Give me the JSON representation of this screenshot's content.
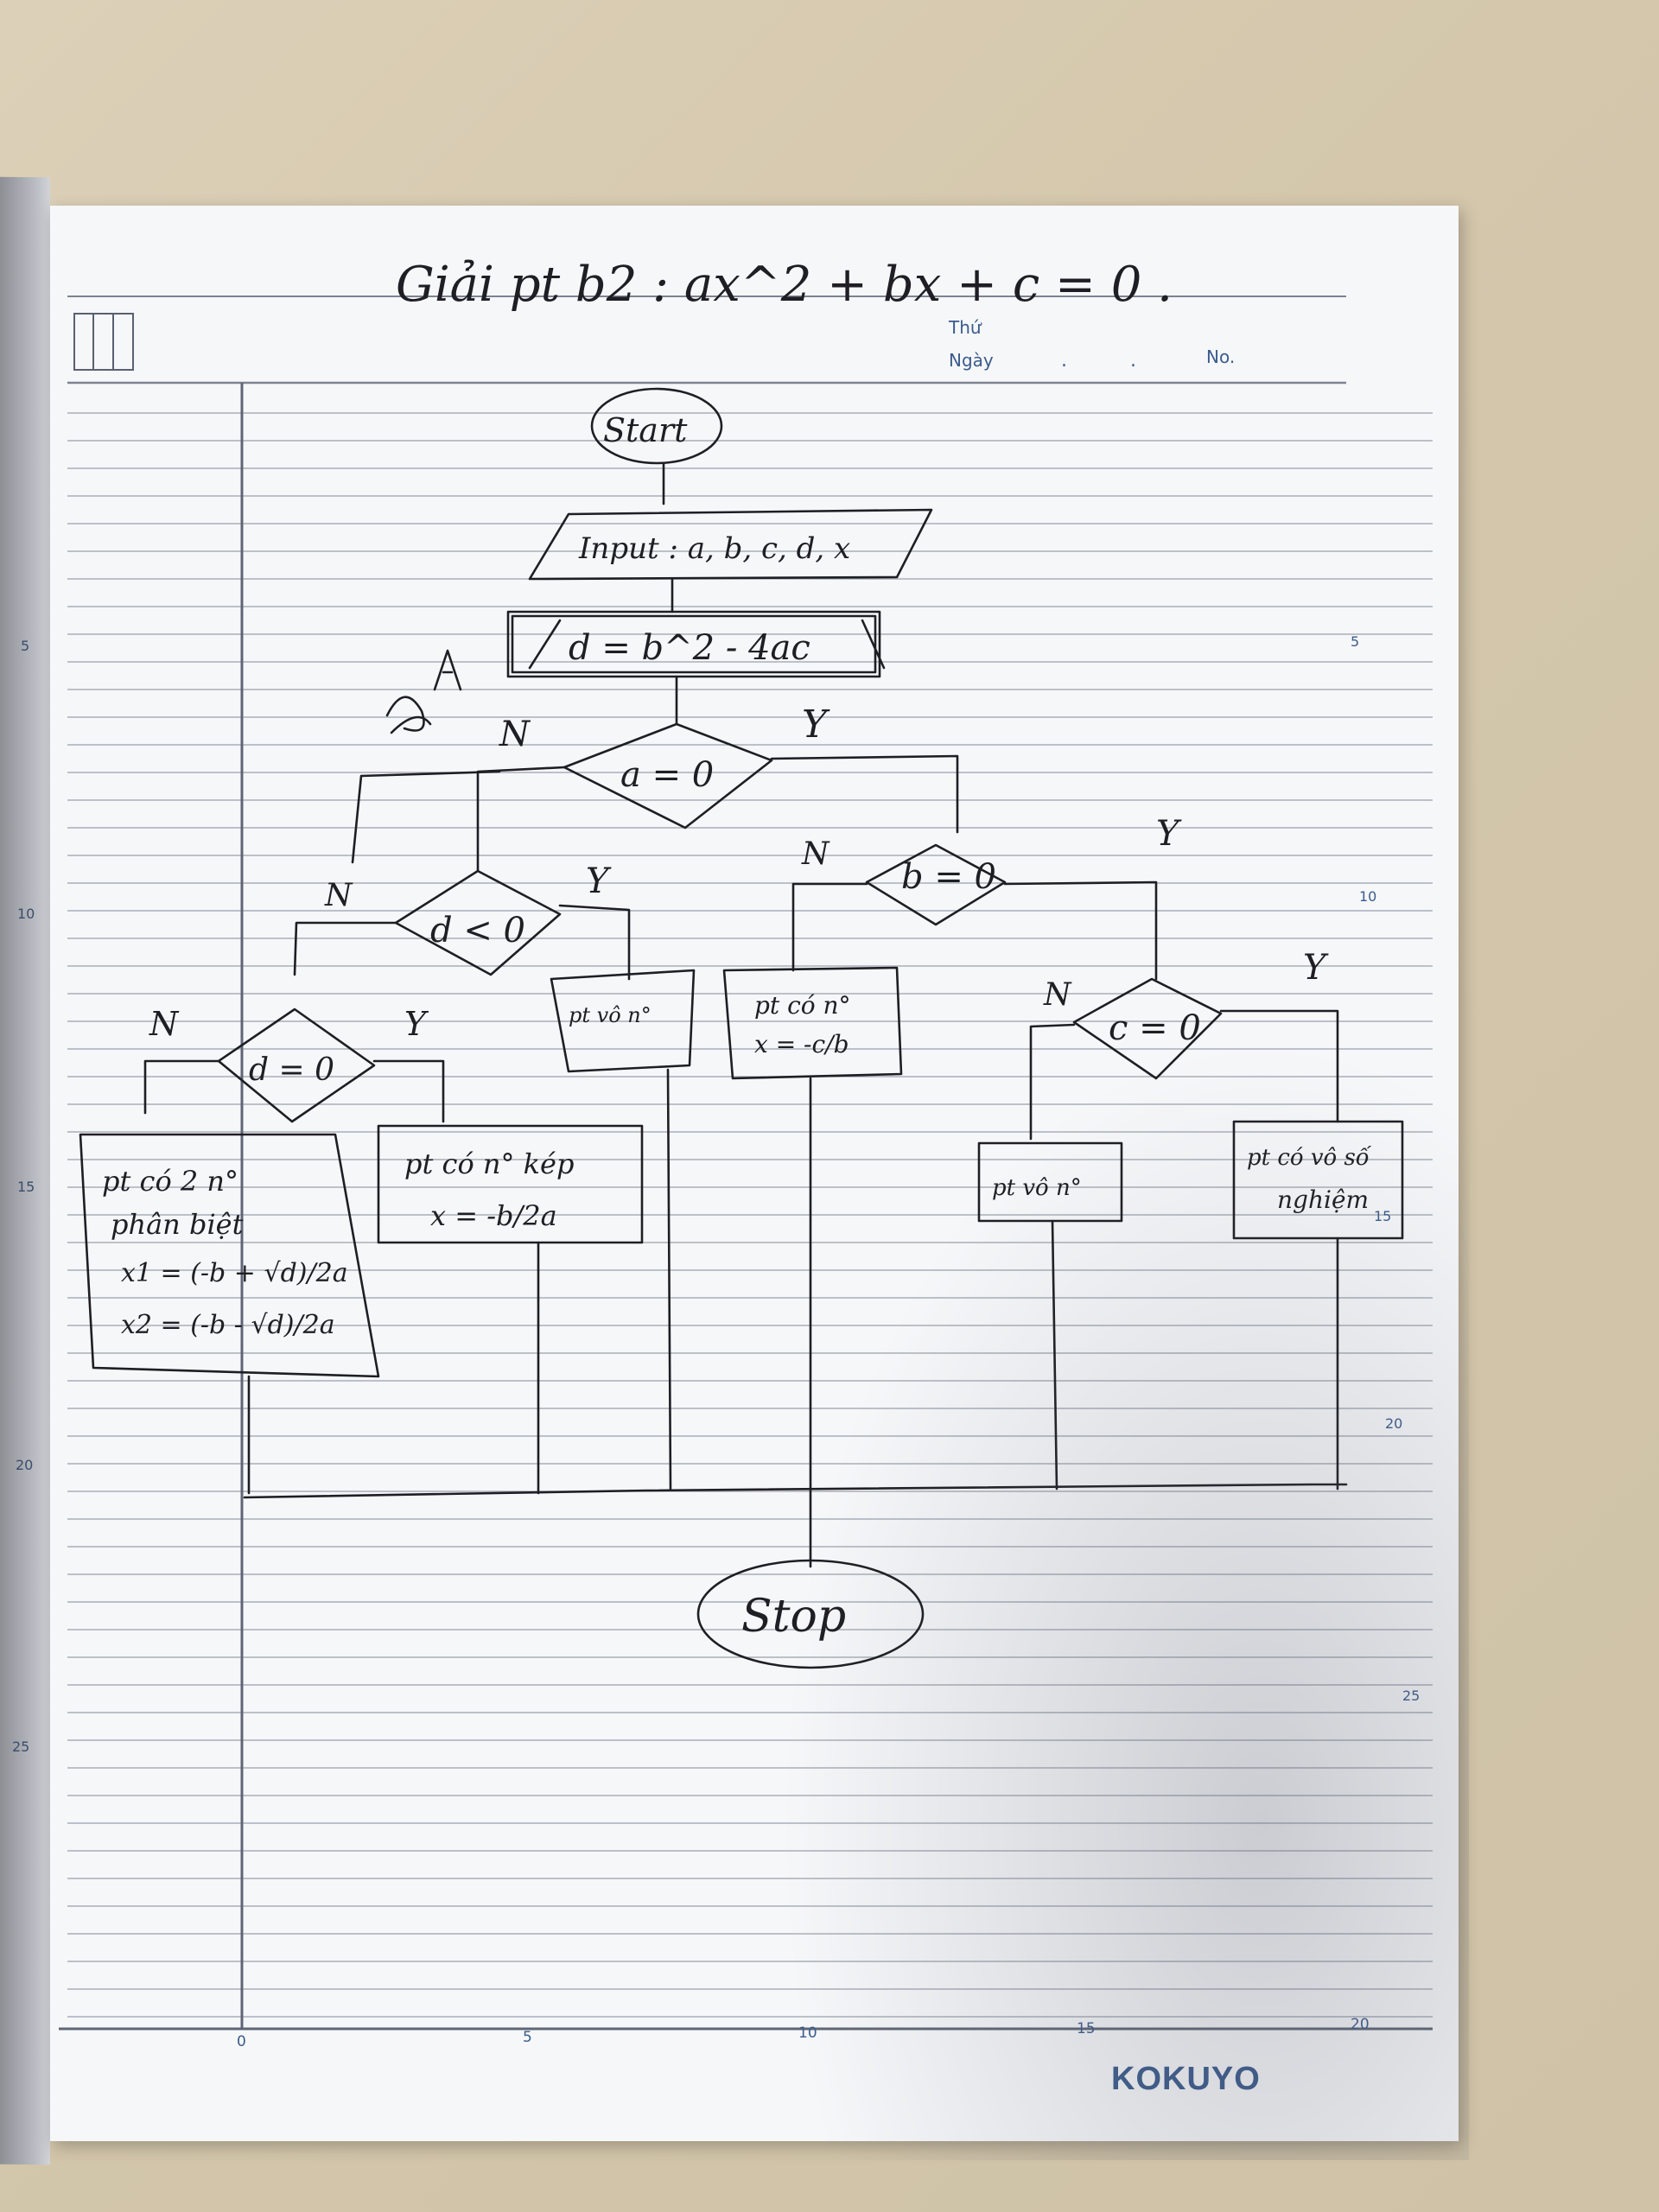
{
  "header": {
    "title": "Giải pt b2 : ax^2 + bx + c = 0 .",
    "thu_label": "Thứ",
    "ngay_label": "Ngày",
    "no_label": "No.",
    "brand": "KOKUYO"
  },
  "ruler": {
    "bottom_ticks": [
      "0",
      "5",
      "10",
      "15",
      "20"
    ],
    "right_ticks": [
      "5",
      "10",
      "15",
      "20",
      "25"
    ],
    "left_ticks": [
      "5",
      "10",
      "15",
      "20",
      "25"
    ]
  },
  "flowchart": {
    "start": "Start",
    "input": "Input : a, b, c, d, x",
    "process_delta": "d = b^2 - 4ac",
    "cond_a": "a = 0",
    "cond_b": "b = 0",
    "cond_c": "c = 0",
    "cond_d_neg": "d < 0",
    "cond_d_zero": "d = 0",
    "yes": "Y",
    "no": "N",
    "out_two_roots": [
      "pt có 2 n°",
      "phân biệt",
      "x1 = (-b + √d)/2a",
      "x2 = (-b - √d)/2a"
    ],
    "out_double_root": [
      "pt có n° kép",
      "x = -b/2a"
    ],
    "out_no_root_1": "pt vô n°",
    "out_linear": [
      "pt có n°",
      "x = -c/b"
    ],
    "out_no_root_2": "pt vô n°",
    "out_infinite": [
      "pt có vô số",
      "nghiệm"
    ],
    "stop": "Stop"
  },
  "colors": {
    "ink": "#1e1e24",
    "ruled_line": "#8a8e98",
    "print_blue": "#3b5b8c",
    "paper": "#f6f7f9"
  }
}
